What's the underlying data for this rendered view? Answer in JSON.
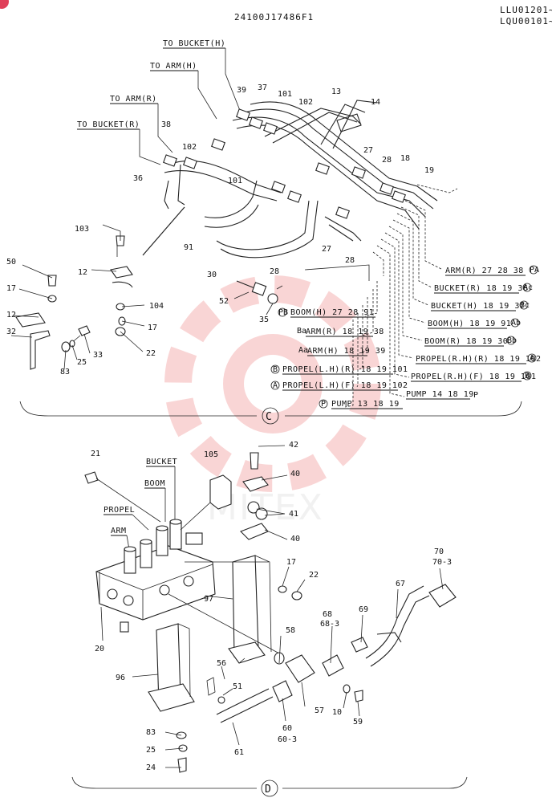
{
  "header": {
    "drawing_number": "24100J17486F1",
    "serial_range_1": "LLU01201~",
    "serial_range_2": "LQU00101~"
  },
  "watermark": {
    "text": "MITEX",
    "color": "#f08a8a"
  },
  "section_c": {
    "view_label": "C",
    "line_labels": {
      "to_bucket_h": "TO BUCKET(H)",
      "to_arm_h": "TO ARM(H)",
      "to_arm_r": "TO ARM(R)",
      "to_bucket_r": "TO BUCKET(R)"
    },
    "port_labels": {
      "arm_r_right": "ARM(R) 27 28 38",
      "bucket_r": "BUCKET(R) 18 19 36",
      "bucket_h": "BUCKET(H) 18 19 37",
      "boom_h_right": "BOOM(H) 18 19 91",
      "boom_r": "BOOM(R) 18 19 30",
      "propel_rh_r": "PROPEL(R.H)(R) 18 19 102",
      "propel_rh_f": "PROPEL(R.H)(F) 18 19 101",
      "pump_right": "PUMP 14 18 19",
      "boom_h_left": "BOOM(H) 27 28 91",
      "arm_r_left": "ARM(R) 18 19 38",
      "arm_h_left": "ARM(H) 18 19 39",
      "propel_lh_r": "PROPEL(L.H)(R) 18 19 101",
      "propel_lh_f": "PROPEL(L.H)(F) 18 19 102",
      "pump_left": "PUMP 13 18 19"
    },
    "port_marks": {
      "pa": "PA",
      "ac": "Ac",
      "bc": "Bc",
      "ab": "Ab",
      "bb": "Bb",
      "a": "A",
      "b": "B",
      "p": "P",
      "pb": "PB",
      "ba": "Ba",
      "aa": "Aa"
    },
    "part_numbers": {
      "p39": "39",
      "p37": "37",
      "p101a": "101",
      "p102a": "102",
      "p13": "13",
      "p14": "14",
      "p38": "38",
      "p102b": "102",
      "p36": "36",
      "p101b": "101",
      "p27a": "27",
      "p28a": "28",
      "p18": "18",
      "p19": "19",
      "p27b": "27",
      "p28b": "28",
      "p91": "91",
      "p30": "30",
      "p103": "103",
      "p50": "50",
      "p12a": "12",
      "p17a": "17",
      "p12b": "12",
      "p32": "32",
      "p104": "104",
      "p17b": "17",
      "p22": "22",
      "p83": "83",
      "p25": "25",
      "p33": "33",
      "p28c": "28",
      "p52": "52",
      "p35": "35"
    }
  },
  "section_d": {
    "view_label": "D",
    "captions": {
      "bucket": "BUCKET",
      "boom": "BOOM",
      "propel": "PROPEL",
      "arm": "ARM"
    },
    "part_numbers": {
      "p21": "21",
      "p105": "105",
      "p42": "42",
      "p40a": "40",
      "p41": "41",
      "p40b": "40",
      "p17": "17",
      "p22": "22",
      "p97": "97",
      "p20": "20",
      "p96": "96",
      "p58": "58",
      "p56": "56",
      "p51": "51",
      "p57": "57",
      "p10": "10",
      "p59": "59",
      "p60": "60",
      "p60_3": "60-3",
      "p61": "61",
      "p68": "68",
      "p68_3": "68-3",
      "p69": "69",
      "p67": "67",
      "p70": "70",
      "p70_3": "70-3",
      "p83": "83",
      "p25": "25",
      "p24": "24"
    }
  }
}
